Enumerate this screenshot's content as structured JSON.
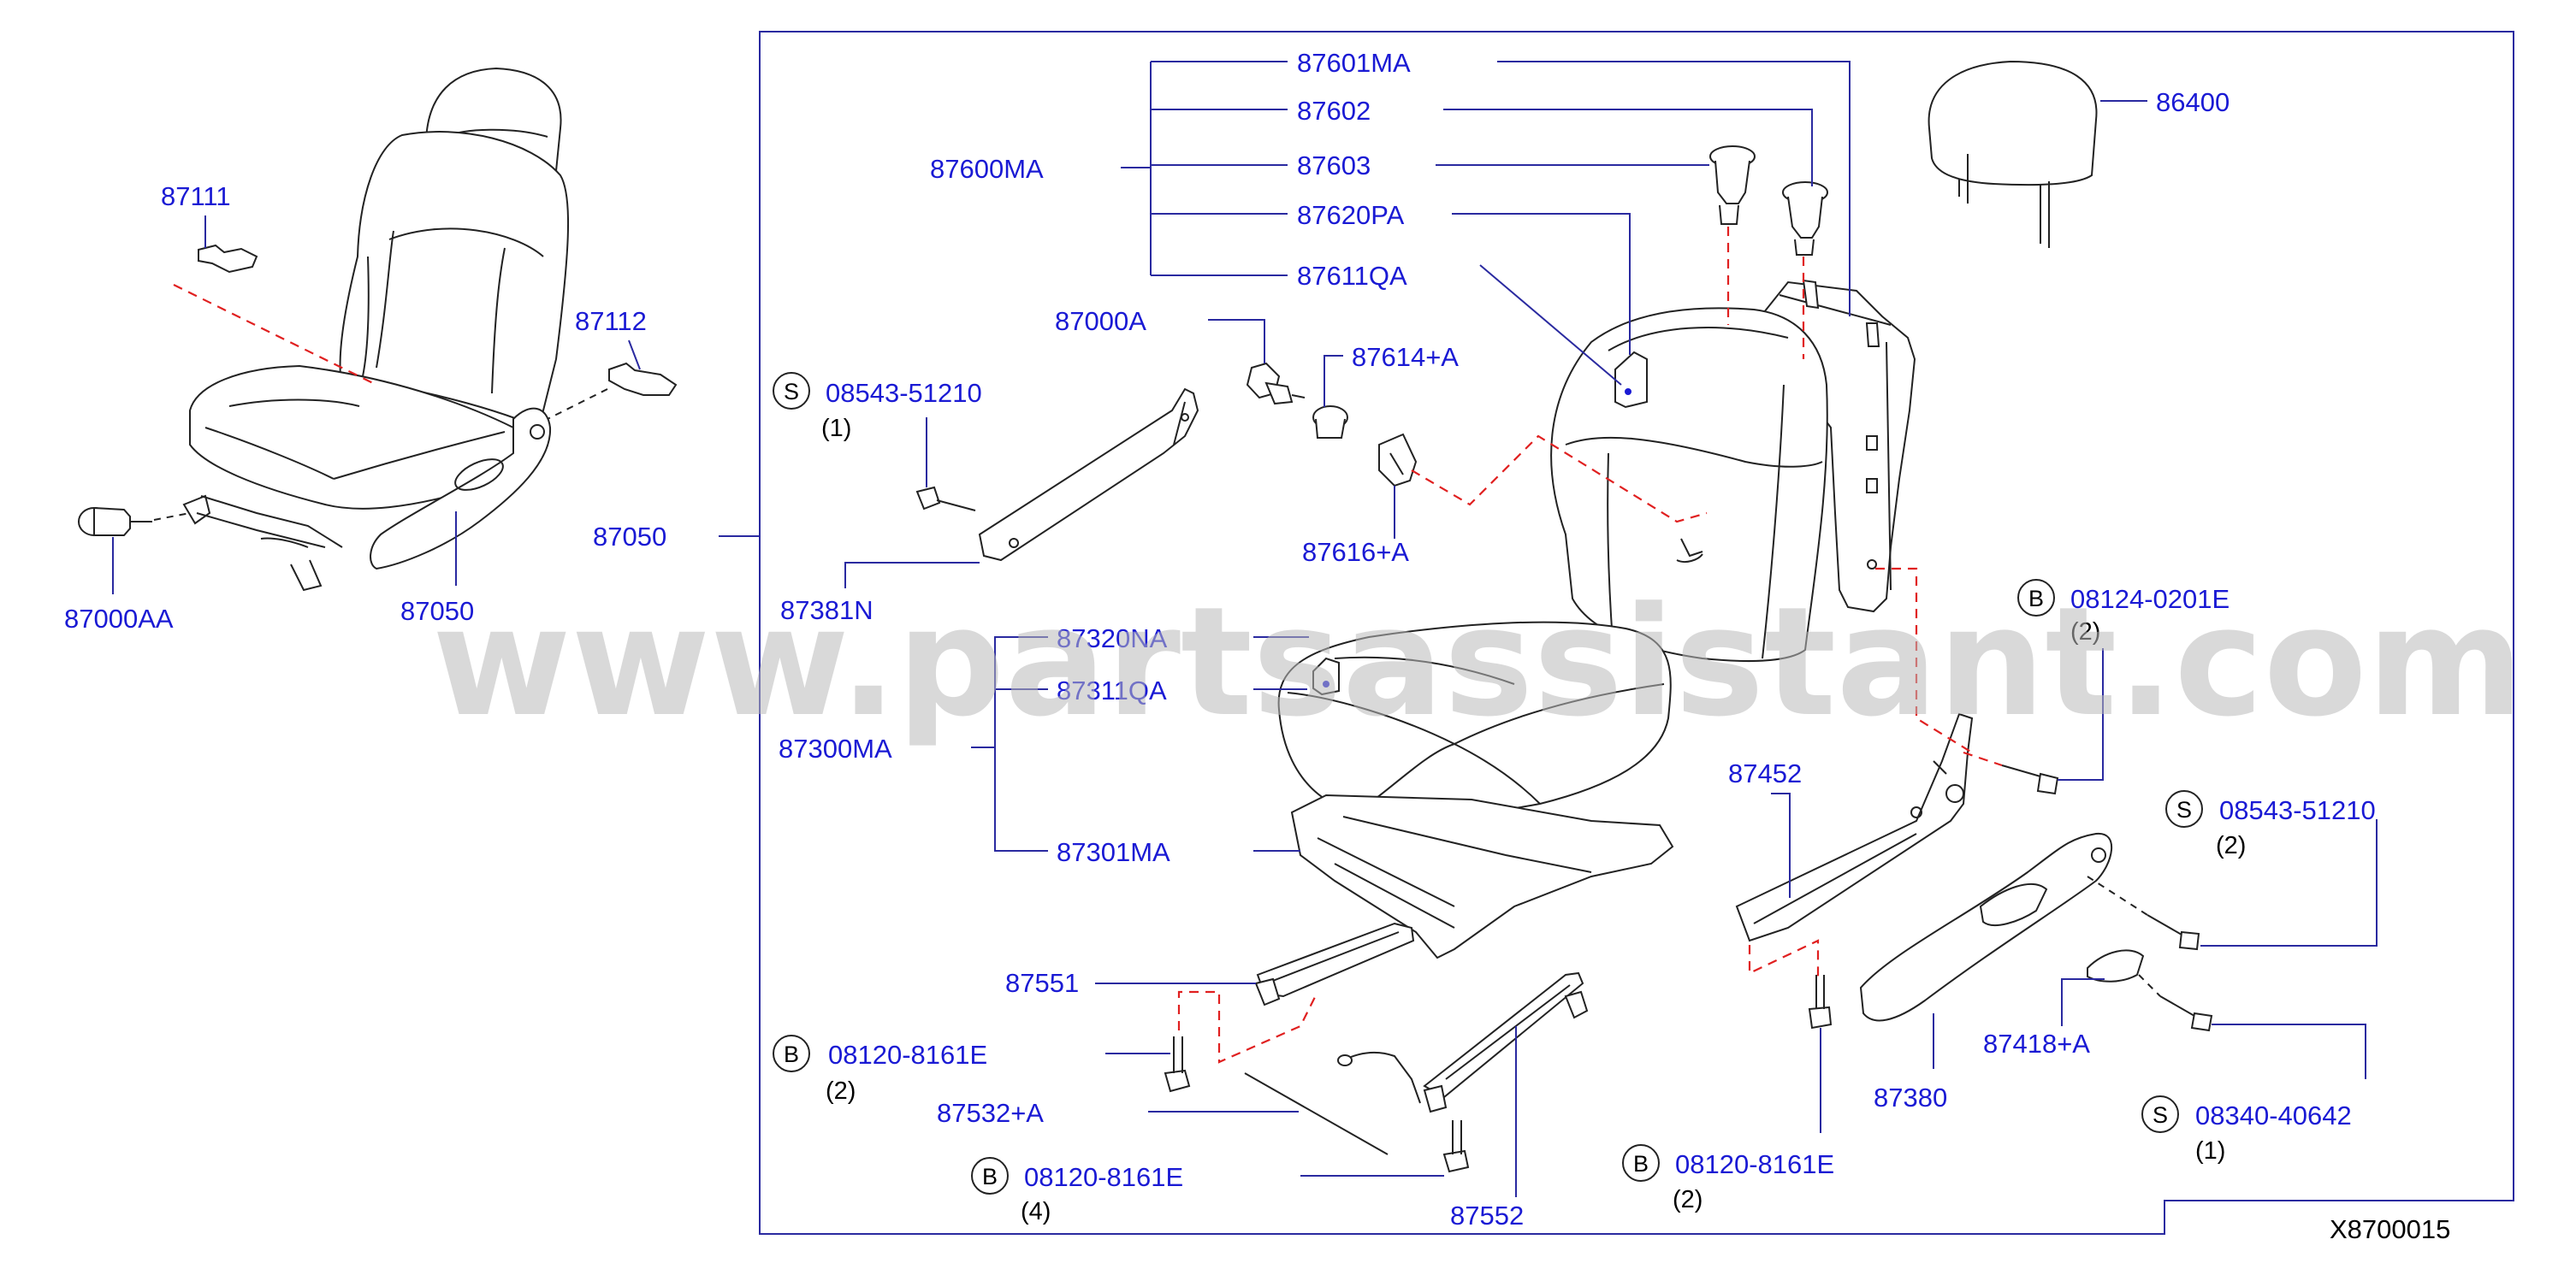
{
  "diagram_code": "X8700015",
  "watermark": "www.partsassistant.com",
  "colors": {
    "label": "#1a1ad4",
    "leader": "#2a2aa0",
    "dashed": "#e02020",
    "line": "#222222",
    "watermark": "#b9b9b9"
  },
  "overview": {
    "labels": {
      "p87111": "87111",
      "p87112": "87112",
      "p87000AA": "87000AA",
      "p87050": "87050"
    }
  },
  "main": {
    "frame_label": "87050",
    "labels": {
      "p87601MA": "87601MA",
      "p87602": "87602",
      "p87603": "87603",
      "p87600MA": "87600MA",
      "p87620PA": "87620PA",
      "p87611QA": "87611QA",
      "p86400": "86400",
      "p87000A": "87000A",
      "p87614A": "87614+A",
      "p87616A": "87616+A",
      "p87381N": "87381N",
      "p87320NA": "87320NA",
      "p87311QA": "87311QA",
      "p87300MA": "87300MA",
      "p87301MA": "87301MA",
      "p87452": "87452",
      "p87551": "87551",
      "p87532A": "87532+A",
      "p87552": "87552",
      "p87380": "87380",
      "p87418A": "87418+A"
    },
    "fasteners": [
      {
        "id": "s1",
        "symbol": "S",
        "part": "08543-51210",
        "qty": "(1)"
      },
      {
        "id": "b1",
        "symbol": "B",
        "part": "08124-0201E",
        "qty": "(2)"
      },
      {
        "id": "s2",
        "symbol": "S",
        "part": "08543-51210",
        "qty": "(2)"
      },
      {
        "id": "b2",
        "symbol": "B",
        "part": "08120-8161E",
        "qty": "(2)"
      },
      {
        "id": "b3",
        "symbol": "B",
        "part": "08120-8161E",
        "qty": "(4)"
      },
      {
        "id": "b4",
        "symbol": "B",
        "part": "08120-8161E",
        "qty": "(2)"
      },
      {
        "id": "s3",
        "symbol": "S",
        "part": "08340-40642",
        "qty": "(1)"
      }
    ]
  }
}
